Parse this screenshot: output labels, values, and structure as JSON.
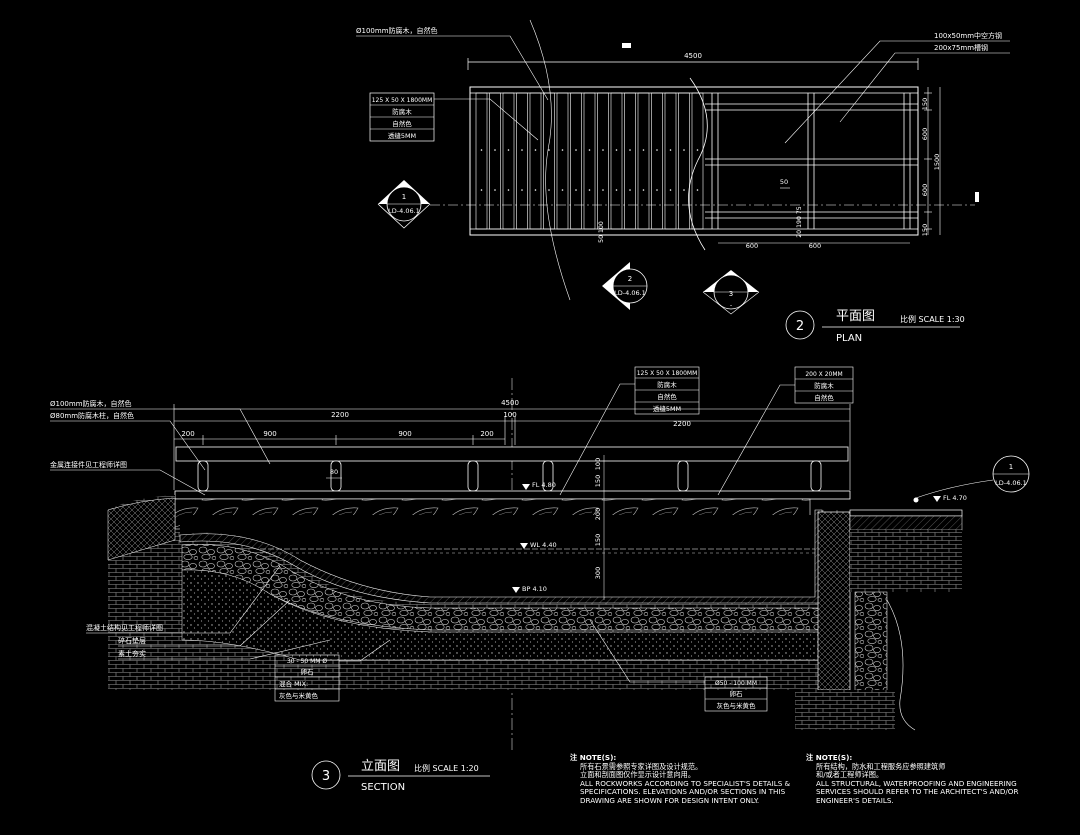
{
  "plan": {
    "title_cn": "平面图",
    "title_en": "PLAN",
    "scale": "比例 SCALE 1:30",
    "number": "2",
    "labels": {
      "pole": "Ø100mm防腐木，自然色",
      "steel1": "100x50mm中空方钢",
      "steel2": "200x75mm槽钢",
      "spec_table": [
        "125 X 50 X 1800MM",
        "防腐木",
        "自然色",
        "透缝5MM"
      ]
    },
    "dims": {
      "overall": "4500",
      "v150a": "150",
      "v600a": "600",
      "v1500": "1500",
      "v600b": "600",
      "v150b": "150",
      "h600a": "600",
      "h600b": "600",
      "d50": "50",
      "d50_100": "50 100",
      "d20_190_75": "20 190 75"
    },
    "callouts": [
      {
        "num": "1",
        "ref": "LD-4.06.1"
      },
      {
        "num": "2",
        "ref": "LD-4.06.1"
      },
      {
        "num": "3",
        "ref": "-"
      }
    ]
  },
  "section": {
    "title_cn": "立面图",
    "title_en": "SECTION",
    "scale": "比例 SCALE 1:20",
    "number": "3",
    "callout": {
      "num": "1",
      "ref": "LD-4.06.1"
    },
    "labels": {
      "pole": "Ø100mm防腐木，自然色",
      "post": "Ø80mm防腐木柱，自然色",
      "connector": "金属连接件见工程师详图",
      "concrete": "混凝土结构见工程师详图",
      "gravel": "碎石垫层",
      "soil": "素土夯实",
      "deck_table": [
        "125 X 50 X 1800MM",
        "防腐木",
        "自然色",
        "透缝5MM"
      ],
      "rail_table": [
        "200 X 20MM",
        "防腐木",
        "自然色"
      ],
      "pebble_small": [
        "30 - 50 MM Ø",
        "卵石",
        "混合 MIX:",
        "灰色与米黄色"
      ],
      "pebble_large": [
        "Ø50 - 100 MM",
        "卵石",
        "灰色与米黄色"
      ]
    },
    "dims": {
      "overall": "4500",
      "d100": "100",
      "d2200a": "2200",
      "d2200b": "2200",
      "d200a": "200",
      "d900a": "900",
      "d900b": "900",
      "d200b": "200",
      "d80": "80",
      "v100": "100",
      "v150a": "150",
      "v200": "200",
      "v150b": "150",
      "v300": "300"
    },
    "levels": {
      "fl1": "FL 4.80",
      "wl": "WL 4.40",
      "bp": "BP 4.10",
      "fl2": "FL 4.70"
    }
  },
  "notes": [
    {
      "head": "注  NOTE(S):",
      "lines": [
        "所有石景需参照专家详图及设计规范。",
        "立面和剖面图仅作显示设计意向用。",
        "ALL ROCKWORKS ACCORDING TO SPECIALIST'S DETAILS &",
        "SPECIFICATIONS. ELEVATIONS AND/OR SECTIONS IN THIS",
        "DRAWING ARE SHOWN FOR DESIGN INTENT ONLY."
      ]
    },
    {
      "head": "注  NOTE(S):",
      "lines": [
        "所有结构，防水和工程服务应参照建筑师",
        "和/或者工程师详图。",
        "ALL STRUCTURAL, WATERPROOFING AND ENGINEERING",
        "SERVICES SHOULD REFER TO THE ARCHITECT'S AND/OR",
        "ENGINEER'S DETAILS."
      ]
    }
  ]
}
